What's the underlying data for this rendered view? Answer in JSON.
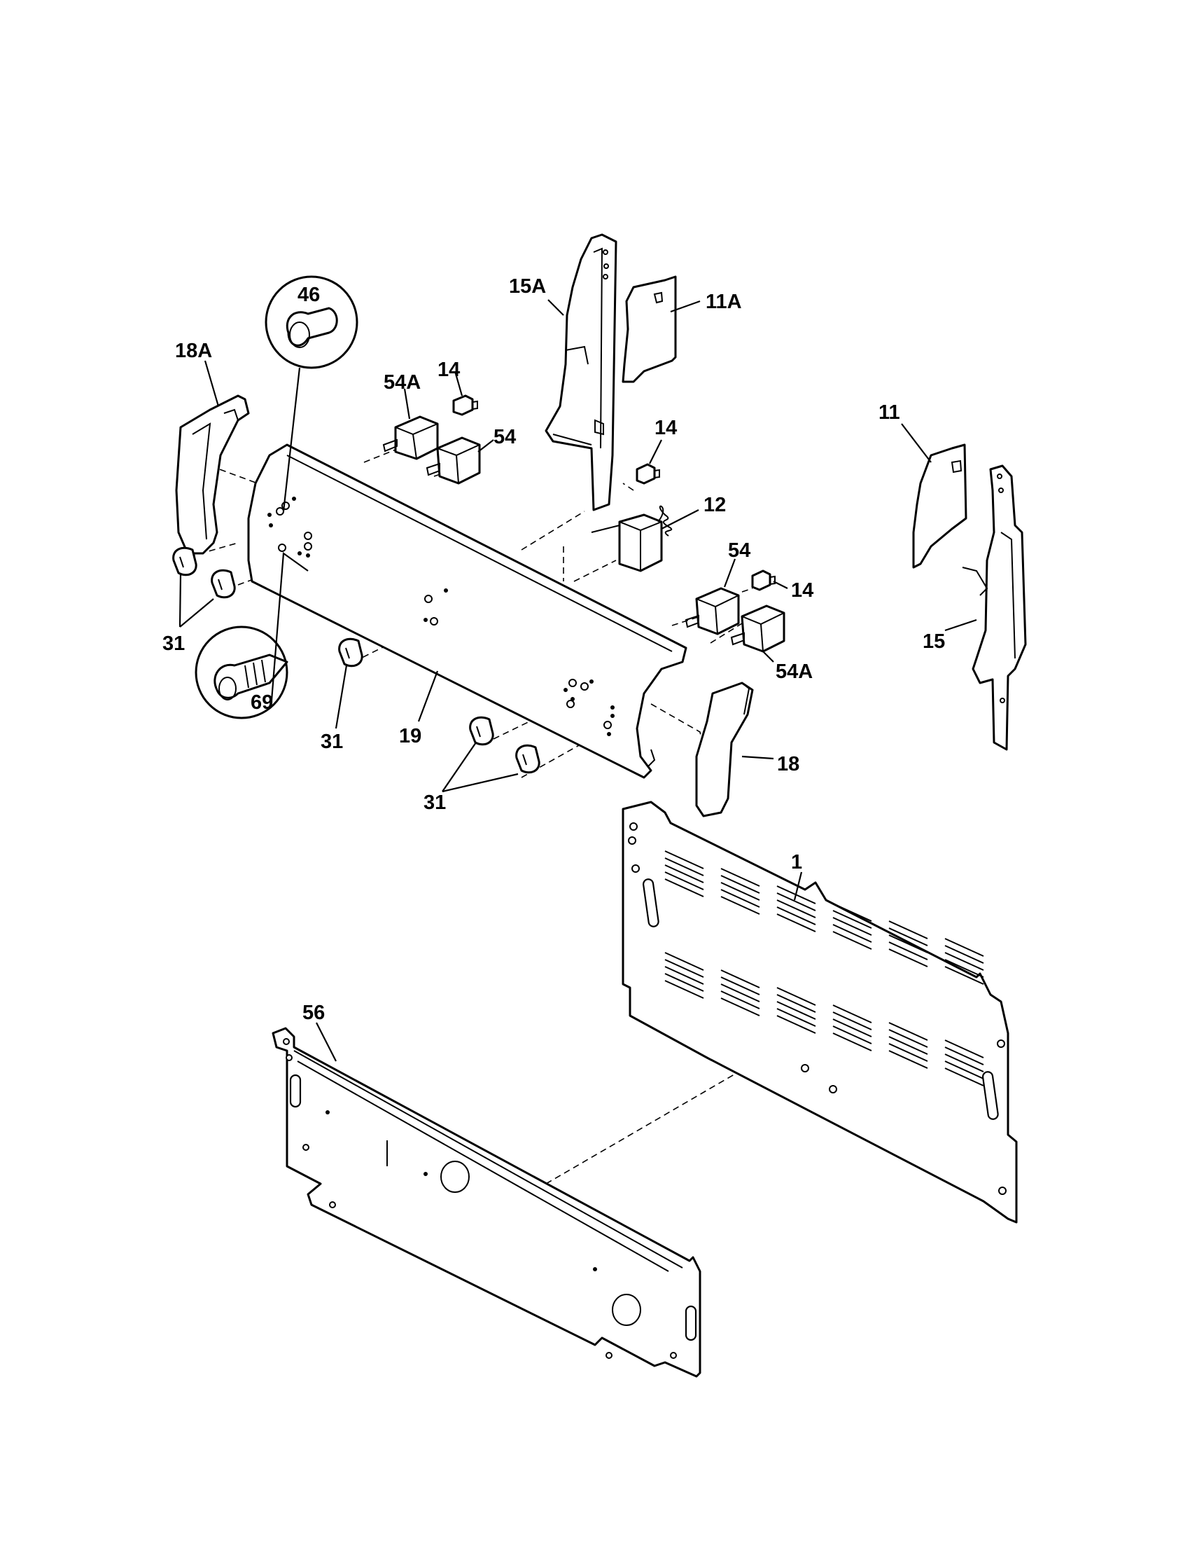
{
  "diagram": {
    "callouts": {
      "c46": "46",
      "c18A": "18A",
      "c54A_top": "54A",
      "c14_top": "14",
      "c54_top": "54",
      "c15A": "15A",
      "c11A": "11A",
      "c14_mid": "14",
      "c12": "12",
      "c11": "11",
      "c54_mid": "54",
      "c14_right": "14",
      "c15": "15",
      "c31_left": "31",
      "c69": "69",
      "c31_center": "31",
      "c19": "19",
      "c54A_low": "54A",
      "c18": "18",
      "c31_bottom": "31",
      "c1": "1",
      "c56": "56"
    }
  }
}
